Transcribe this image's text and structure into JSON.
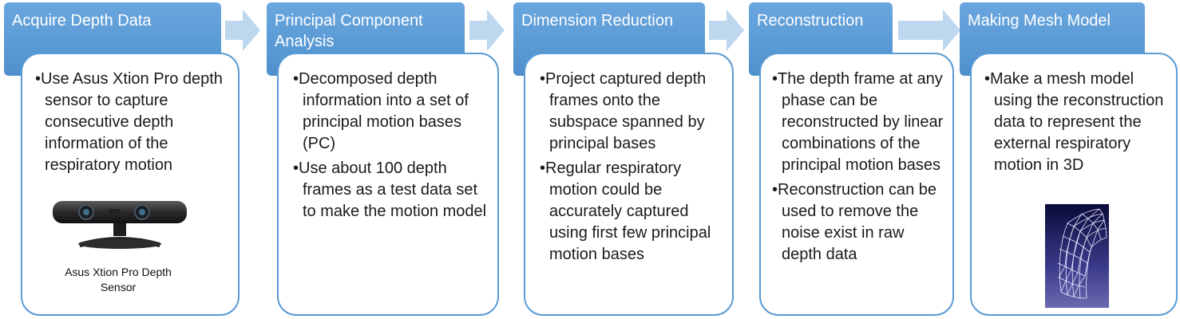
{
  "steps": [
    {
      "title": "Acquire Depth Data",
      "bullets": [
        "Use Asus Xtion Pro depth sensor to capture consecutive depth information of the respiratory motion"
      ],
      "image_caption": "Asus Xtion Pro Depth Sensor"
    },
    {
      "title": "Principal Component Analysis",
      "bullets": [
        "Decomposed depth information into a set of principal motion bases (PC)",
        "Use about 100 depth frames as a test data set to make the motion model"
      ]
    },
    {
      "title": "Dimension Reduction",
      "bullets": [
        "Project captured depth frames onto the subspace spanned by principal bases",
        "Regular respiratory motion could be accurately captured using first few principal motion bases"
      ]
    },
    {
      "title": "Reconstruction",
      "bullets": [
        "The depth frame at any phase can be reconstructed by linear combinations of the principal motion bases",
        "Reconstruction can be used to remove the noise exist in raw depth data"
      ]
    },
    {
      "title": "Making Mesh Model",
      "bullets": [
        "Make a mesh model using the reconstruction data to represent the external respiratory motion in 3D"
      ]
    }
  ],
  "colors": {
    "header": "#5b9bd5",
    "arrow": "#bdd7ee",
    "card_border": "#5b9bd5"
  }
}
